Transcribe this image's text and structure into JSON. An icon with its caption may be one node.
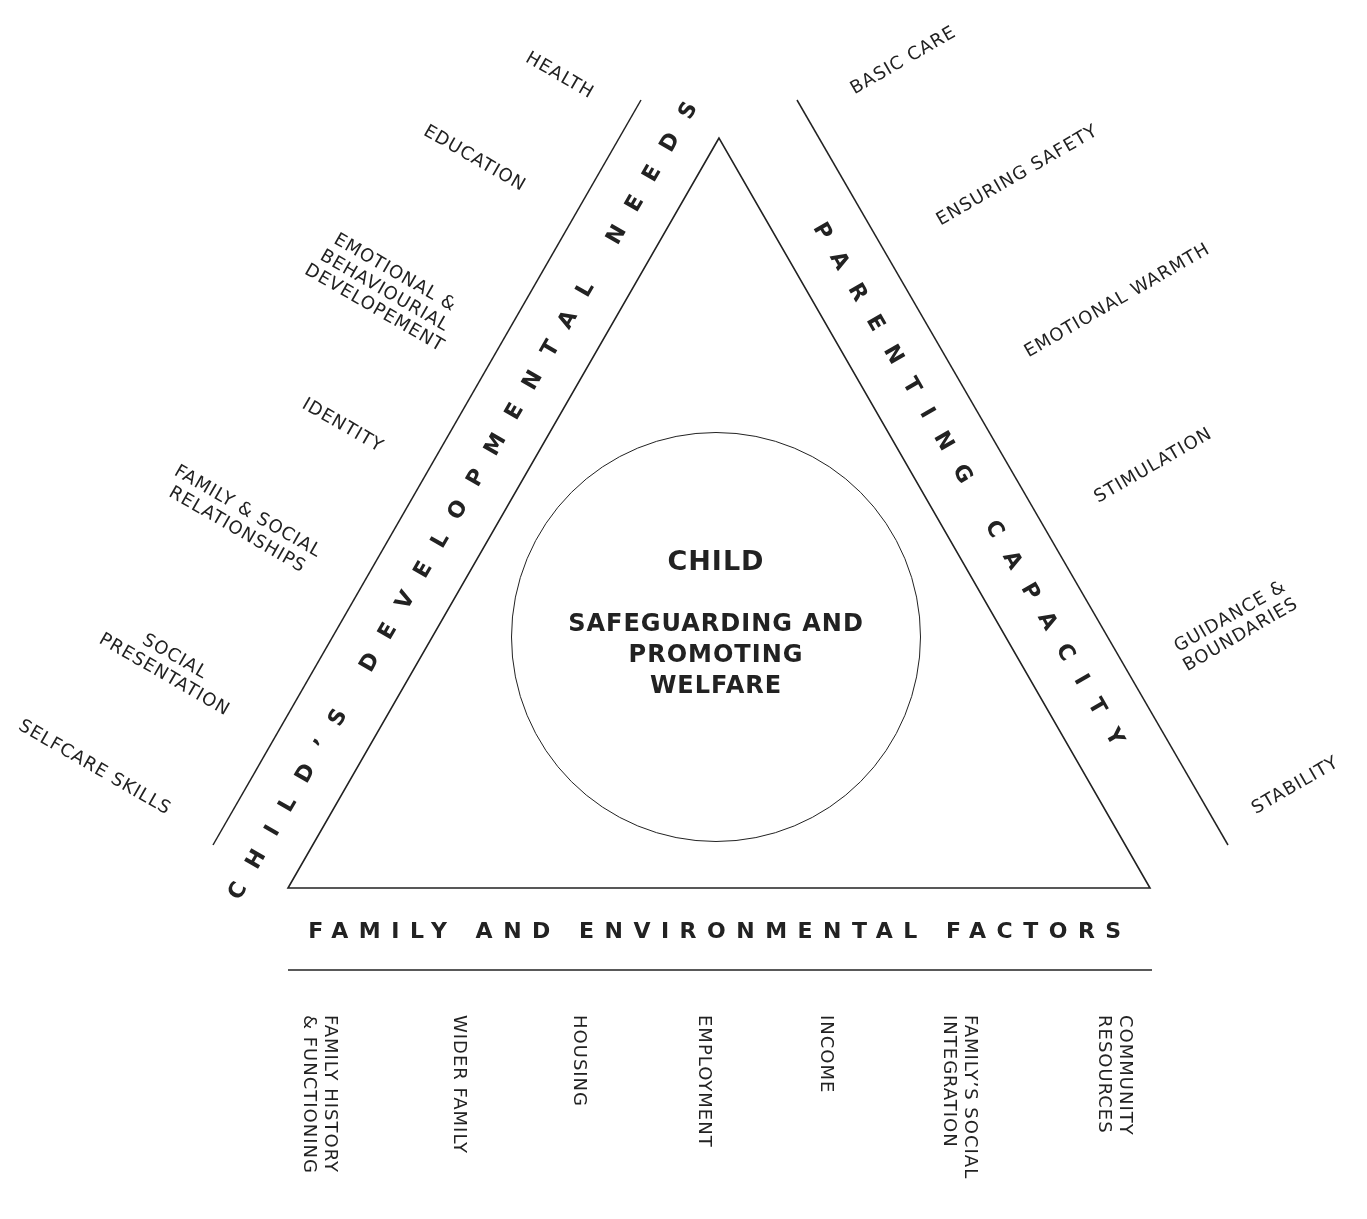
{
  "diagram": {
    "nodes": [
      {
        "text": [],
        "shape": "triangle"
      },
      {
        "text": [
          "CHILD",
          "SAFEGUARDING AND PROMOTING WELFARE"
        ],
        "in": 0
      }
    ],
    "labels": [
      "HEALTH",
      "EDUCATION",
      "EMOTIONAL & BEHAVIOURIAL DEVELOPEMENT",
      "IDENTITY",
      "FAMILY & SOCIAL RELATIONSHIPS",
      "SOCIAL PRESENTATION",
      "SELFCARE SKILLS",
      "CHILD’S DEVELOPMENTAL NEEDS",
      "PARENTING CAPACITY",
      "BASIC CARE",
      "ENSURING SAFETY",
      "EMOTIONAL WARMTH",
      "STIMULATION",
      "GUIDANCE & BOUNDARIES",
      "STABILITY",
      "FAMILY AND ENVIRONMENTAL FACTORS",
      "FAMILY HISTORY & FUNCTIONING",
      "WIDER FAMILY",
      "HOUSING",
      "EMPLOYMENT",
      "INCOME",
      "FAMILY’S SOCIAL INTEGRATION",
      "COMMUNITY RESOURCES"
    ]
  }
}
